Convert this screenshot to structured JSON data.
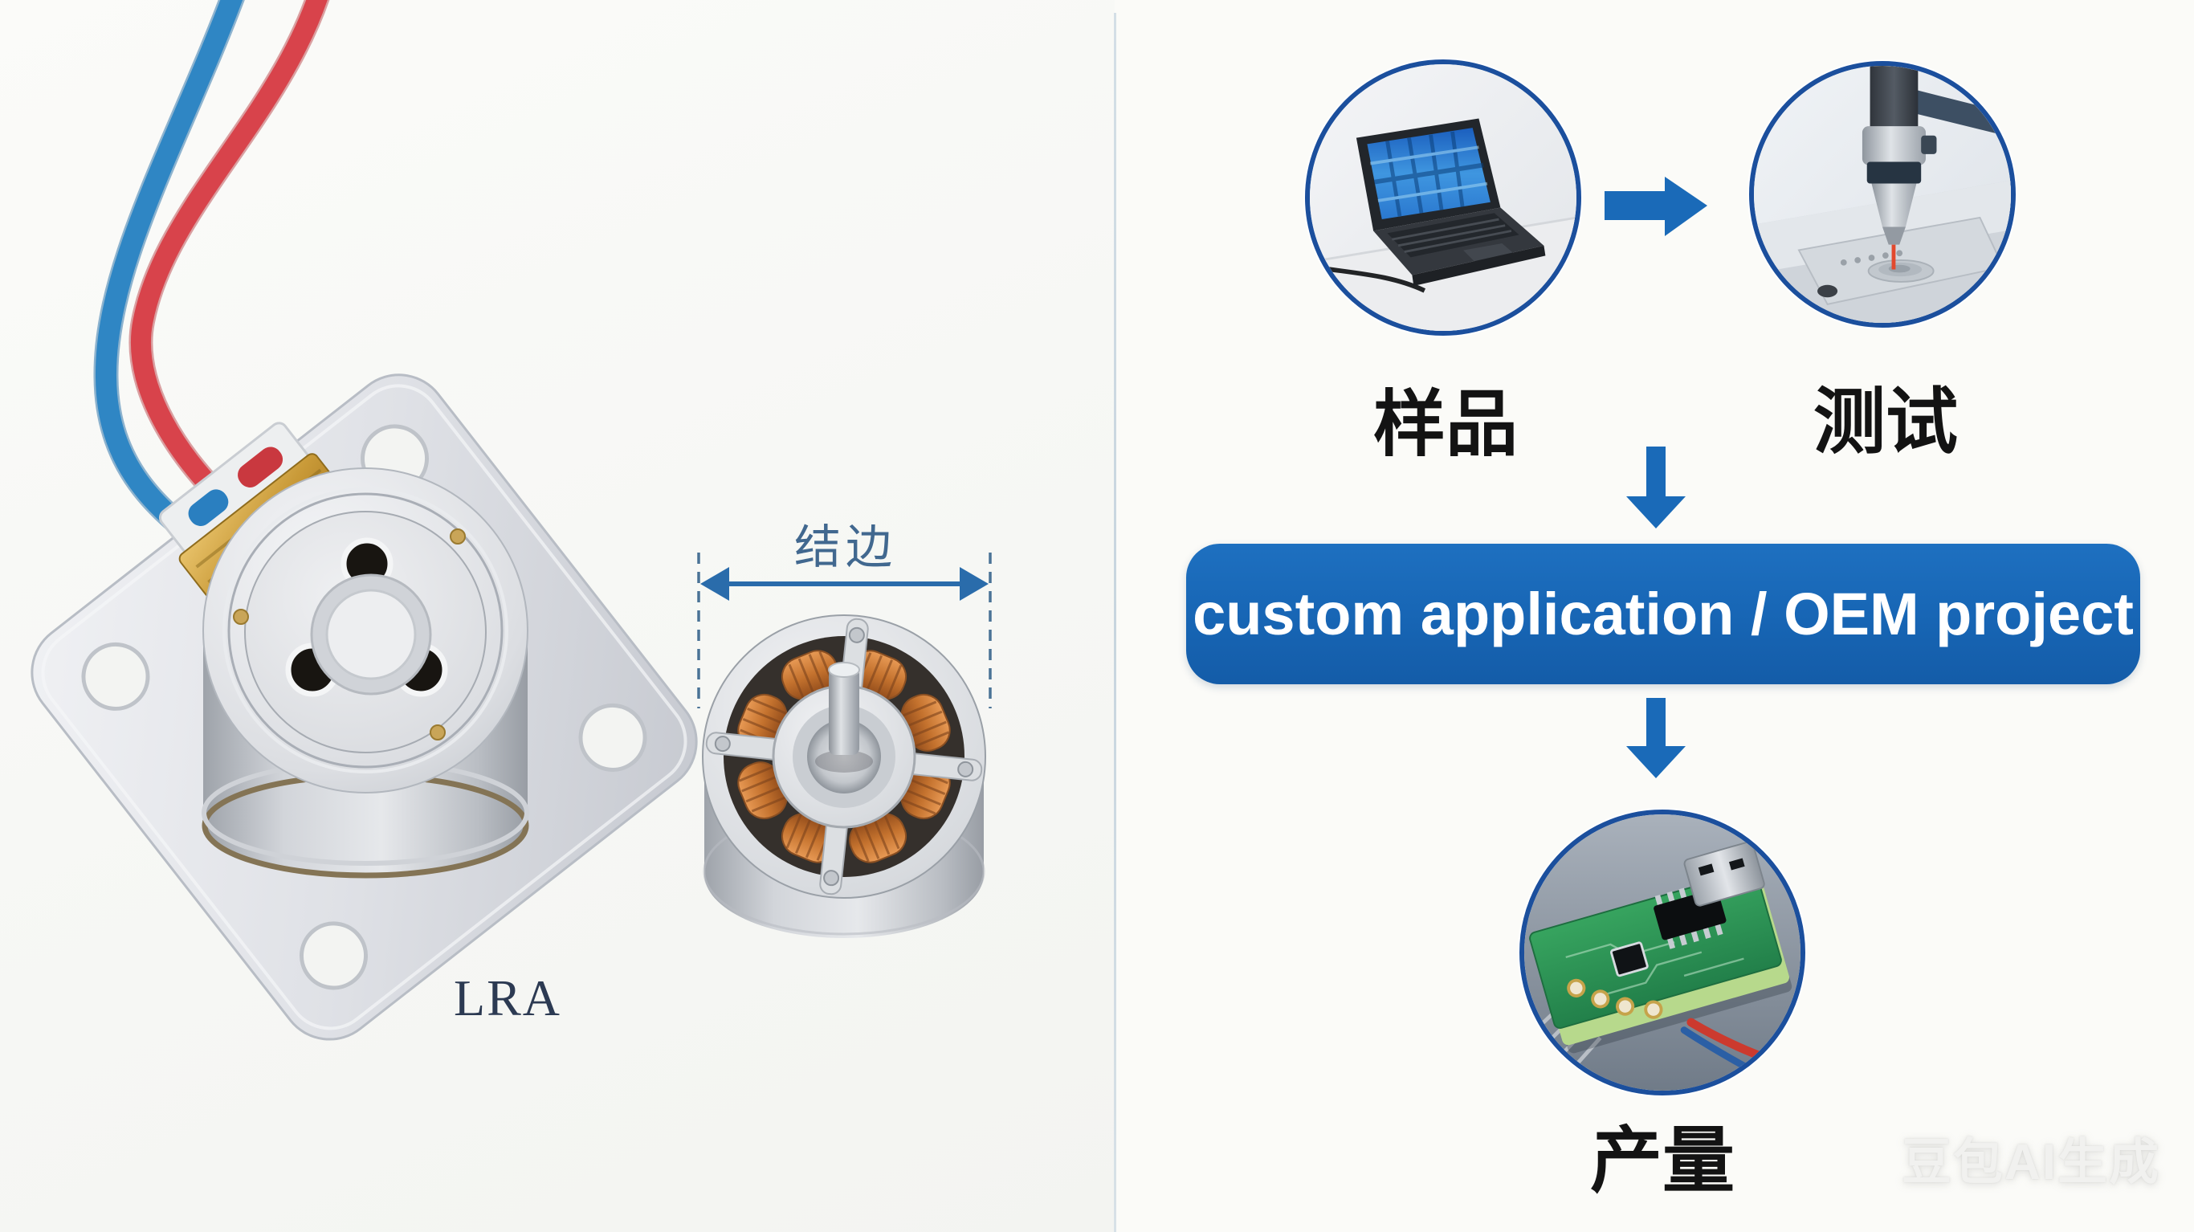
{
  "left_panel": {
    "lra_label": "LRA",
    "dimension_label": "结边",
    "photo1_icon": "lra-motor-with-wires-photo",
    "photo2_icon": "coil-motor-cutaway-photo",
    "wire_colors": {
      "wire1": "#2f86c4",
      "wire2": "#d8434b"
    }
  },
  "flowchart": {
    "steps": [
      {
        "label": "样品",
        "icon": "laptop-sample-photo"
      },
      {
        "label": "测试",
        "icon": "probe-test-photo"
      },
      {
        "label": "产量",
        "icon": "pcb-production-photo"
      }
    ],
    "banner_label": "custom application / OEM project",
    "arrow_icons": [
      "arrow-right-icon",
      "arrow-down-icon",
      "arrow-down-icon"
    ]
  },
  "watermark": {
    "text": "豆包AI生成"
  },
  "colors": {
    "accent_blue": "#1766b4",
    "arrow_blue": "#1a6ab8",
    "circle_border": "#1b4f9d",
    "dimension_blue": "#41688f",
    "lra_text": "#2c3a52",
    "step_label": "#131313",
    "divider": "#c7d5de",
    "background": "#fbfbf8",
    "copper_coil": "#c4722e",
    "pcb_green": "#2f9e58"
  }
}
